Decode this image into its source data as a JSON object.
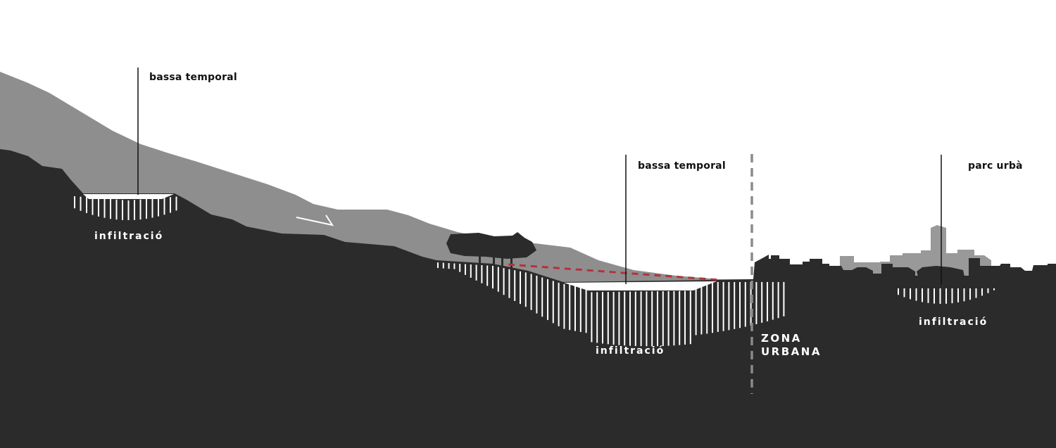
{
  "labels": {
    "pond_upper": "bassa temporal",
    "pond_lower": "bassa temporal",
    "park": "parc urbà",
    "infiltration_upper": "infiltració",
    "infiltration_lower": "infiltració",
    "infiltration_park": "infiltració",
    "urban_zone_line1": "ZONA",
    "urban_zone_line2": "URBANA"
  },
  "colors": {
    "ground": "#2b2b2b",
    "slope": "#8e8e8e",
    "water": "#ffffff",
    "runoff_path": "#b3333a",
    "boundary": "#8a8a8a"
  }
}
